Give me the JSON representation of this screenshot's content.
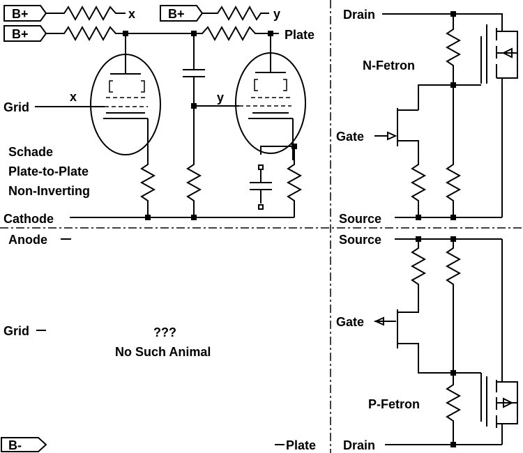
{
  "labels": {
    "b_plus_1": "B+",
    "x_top": "x",
    "b_plus_2": "B+",
    "y_top": "y",
    "b_plus_3": "B+",
    "plate_tr": "Plate",
    "grid_tl": "Grid",
    "x_tube": "x",
    "y_tube": "y",
    "schade": "Schade",
    "p2p": "Plate-to-Plate",
    "noninv": "Non-Inverting",
    "cathode": "Cathode",
    "drain_tr": "Drain",
    "nfetron": "N-Fetron",
    "gate_tr": "Gate",
    "source_tr": "Source",
    "anode": "Anode",
    "grid_bl": "Grid",
    "qqq": "???",
    "no_such": "No Such Animal",
    "b_minus": "B-",
    "plate_bl": "Plate",
    "source_br": "Source",
    "gate_br": "Gate",
    "pfetron": "P-Fetron",
    "drain_br": "Drain"
  },
  "colors": {
    "ink": "#000000",
    "background": "#ffffff"
  }
}
